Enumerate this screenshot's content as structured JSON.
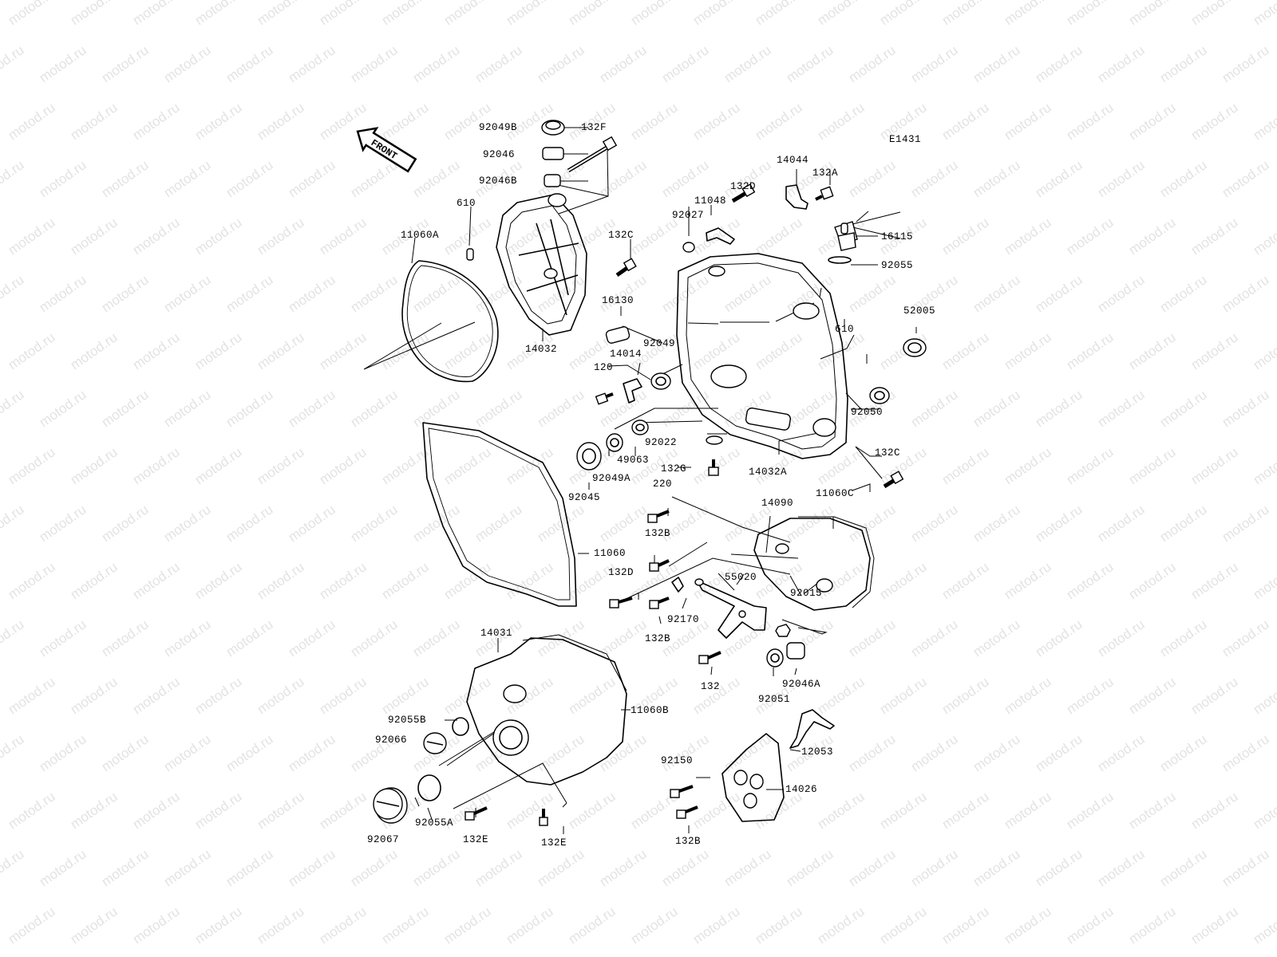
{
  "diagram": {
    "code": "E1431",
    "front_label": "FRONT",
    "watermark": "motod.ru",
    "part_labels": {
      "p92049B": "92049B",
      "p132F": "132F",
      "p92046": "92046",
      "p92046B": "92046B",
      "p610a": "610",
      "p11060A": "11060A",
      "p132Ca": "132C",
      "p14032": "14032",
      "p14044": "14044",
      "p132A": "132A",
      "p132Da": "132D",
      "p11048": "11048",
      "p92027": "92027",
      "p16115": "16115",
      "p92055": "92055",
      "p610b": "610",
      "p52005": "52005",
      "p16130": "16130",
      "p92049": "92049",
      "p14014": "14014",
      "p120": "120",
      "p92050": "92050",
      "p92022": "92022",
      "p49063": "49063",
      "p92049A": "92049A",
      "p92045": "92045",
      "p132G": "132G",
      "p14032A": "14032A",
      "p132Cb": "132C",
      "p220": "220",
      "p14090": "14090",
      "p11060C": "11060C",
      "p132Ba": "132B",
      "p11060": "11060",
      "p55020": "55020",
      "p132Db": "132D",
      "p92015": "92015",
      "p92170": "92170",
      "p132Bb": "132B",
      "p14031": "14031",
      "p132": "132",
      "p92051": "92051",
      "p92046A": "92046A",
      "p11060B": "11060B",
      "p92055B": "92055B",
      "p92066": "92066",
      "p12053": "12053",
      "p92150": "92150",
      "p14026": "14026",
      "p92055A": "92055A",
      "p92067": "92067",
      "p132Ea": "132E",
      "p132Eb": "132E",
      "p132Bc": "132B"
    }
  }
}
